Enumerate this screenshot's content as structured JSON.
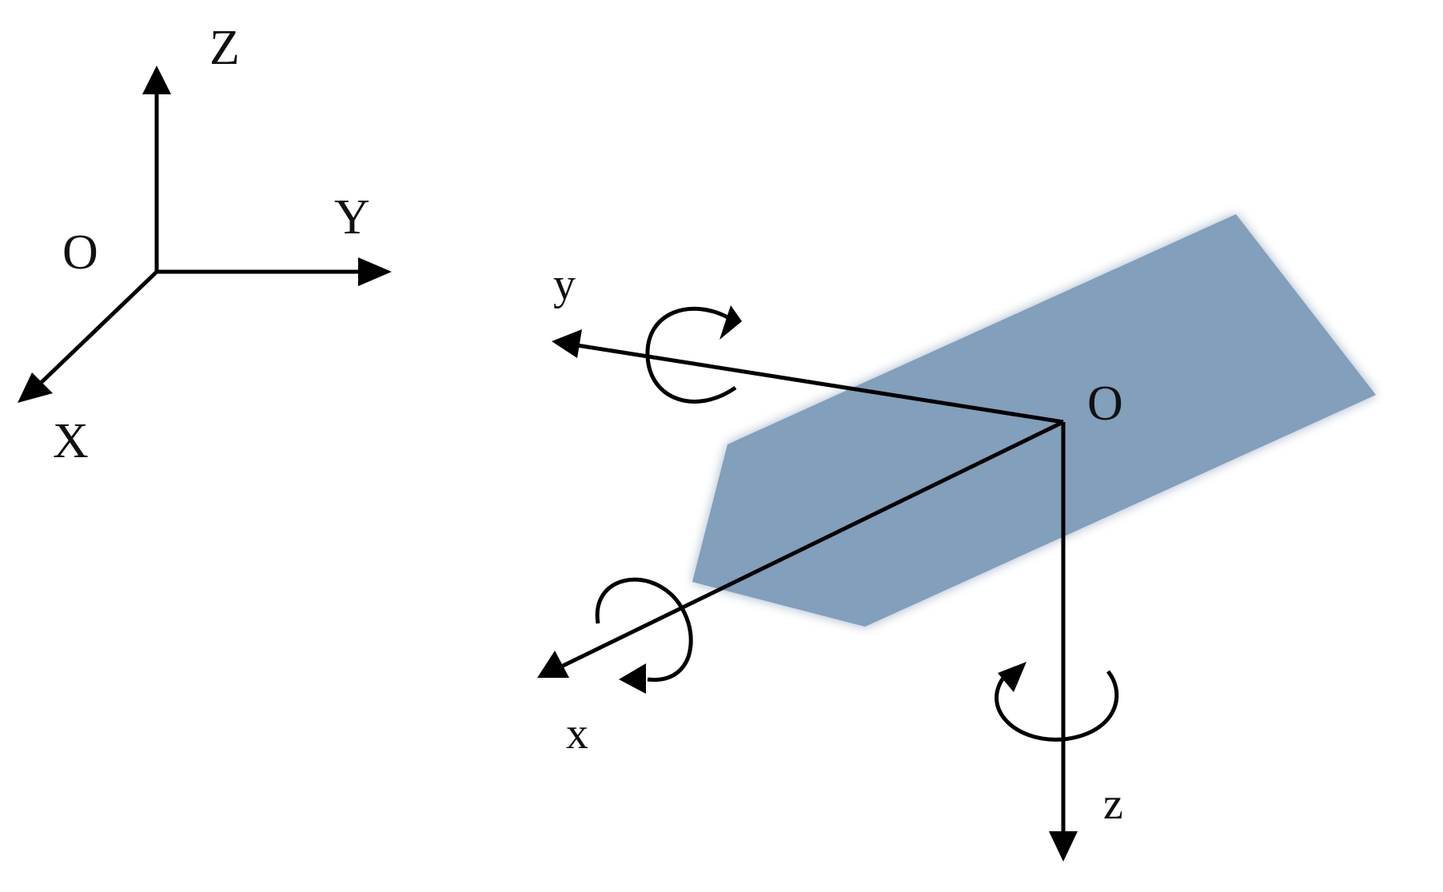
{
  "world_frame": {
    "origin_label": "O",
    "x_label": "X",
    "y_label": "Y",
    "z_label": "Z"
  },
  "body_frame": {
    "origin_label": "O",
    "x_label": "x",
    "y_label": "y",
    "z_label": "z"
  },
  "colors": {
    "plane_fill": "#829fbb",
    "line": "#000000",
    "background": "#ffffff"
  }
}
